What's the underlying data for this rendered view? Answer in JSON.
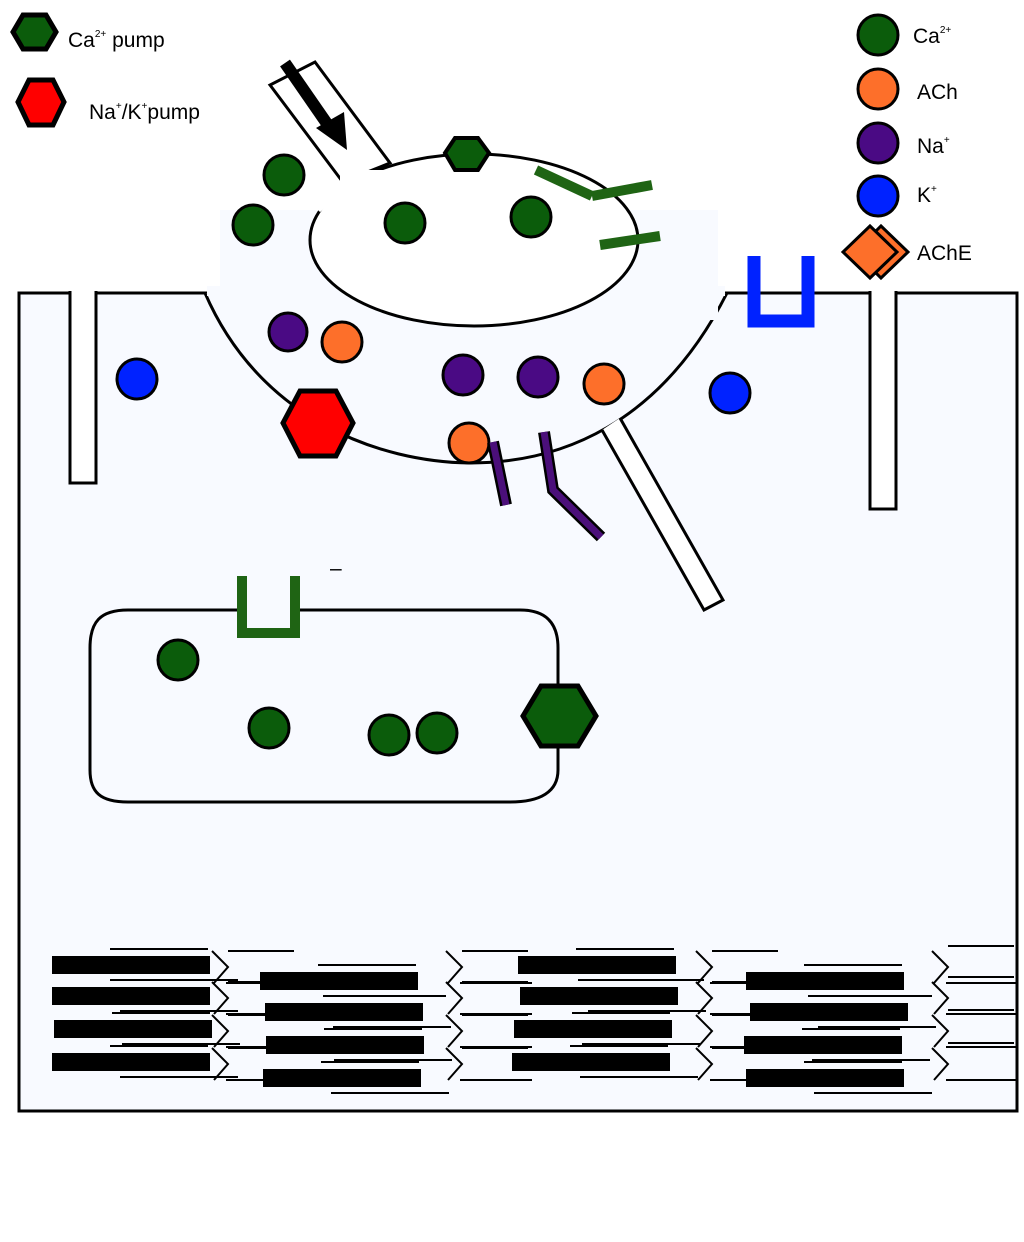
{
  "legend_left": {
    "ca_pump": {
      "text": "Ca",
      "sup": "2+",
      "suffix": " pump",
      "icon": "hexagon-icon",
      "color": "#0b5c0b"
    },
    "na_k_pump": {
      "text1": "Na",
      "sup1": "+",
      "text2": "/K",
      "sup2": "+",
      "suffix": "pump",
      "icon": "hexagon-icon",
      "color": "#ff0000"
    }
  },
  "legend_right": {
    "ca": {
      "text": "Ca",
      "sup": "2+",
      "color": "#0b5c0b"
    },
    "ach": {
      "text": "ACh",
      "color": "#fd6f2a"
    },
    "na": {
      "text": "Na",
      "sup": "+",
      "color": "#4a0a84"
    },
    "k": {
      "text": "K",
      "sup": "+",
      "color": "#0022ff"
    },
    "ache": {
      "text": "AChE",
      "color": "#fd6f2a"
    }
  },
  "colors": {
    "cytoplasm": "#f8faff",
    "outline": "#000000",
    "receptor_green": "#1f6414",
    "receptor_purple": "#4b0f7a",
    "channel_blue": "#0022ff",
    "sr_channel": "#1f6414"
  },
  "misc": {
    "dash": "–"
  }
}
